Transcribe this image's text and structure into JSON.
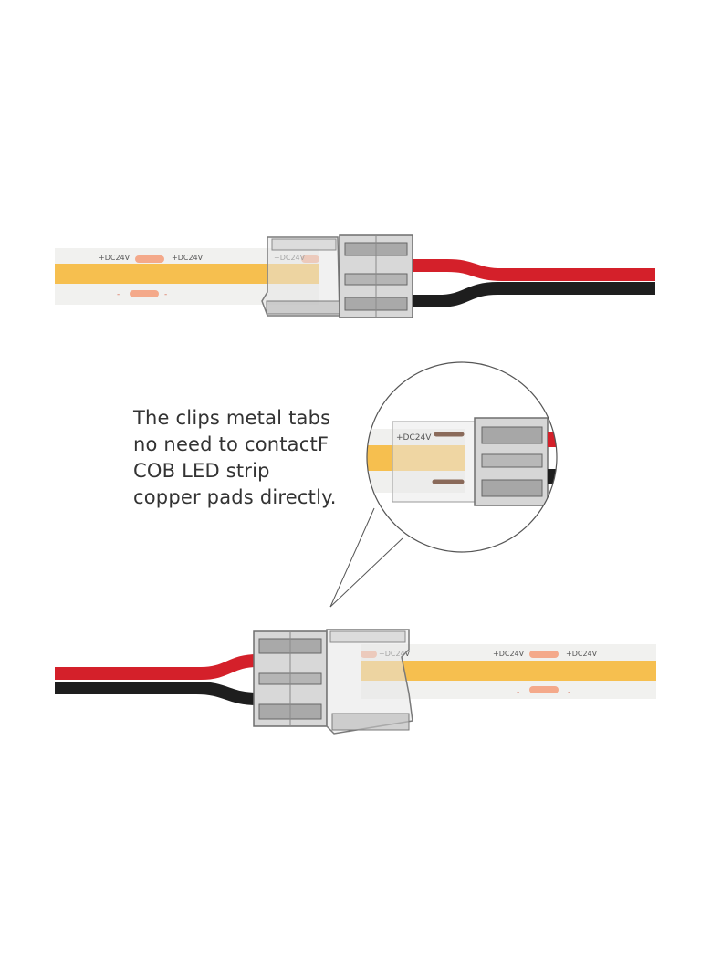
{
  "caption": {
    "lines": [
      "The clips metal tabs",
      "no need to contactF",
      "COB LED strip",
      "copper pads directly."
    ]
  },
  "strip_marking": "+DC24V",
  "strip_minus_marking": "-",
  "colors": {
    "led_strip": "#f6bf4f",
    "pcb": "#f0f0ee",
    "pad": "#f4a98a",
    "red_wire": "#d4202a",
    "black_wire": "#1e1e1e",
    "connector_body": "#dcdcdc",
    "connector_edge": "#7a7a7a"
  },
  "icons": [
    "top-strip-connector-icon",
    "magnifier-circle-icon",
    "bottom-strip-connector-icon"
  ]
}
